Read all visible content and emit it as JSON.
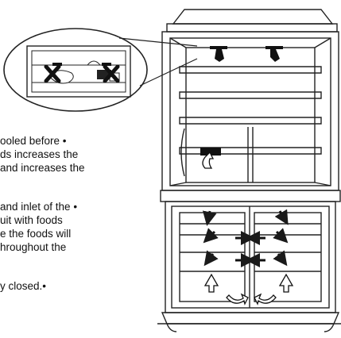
{
  "text_lines": [
    "ooled before •",
    "ds increases the",
    " and increases the",
    " and inlet of the •",
    "uit with foods",
    "e the foods will",
    "hroughout the",
    "y closed.•"
  ],
  "icons": {
    "blocked_vent": "x-mark-icon",
    "airflow": "arrow-icon",
    "upward_airflow": "up-arrow-outline-icon",
    "circulation": "curved-arrow-icon"
  },
  "colors": {
    "line": "#222222",
    "arrow": "#1a1a1a",
    "background": "#ffffff"
  }
}
